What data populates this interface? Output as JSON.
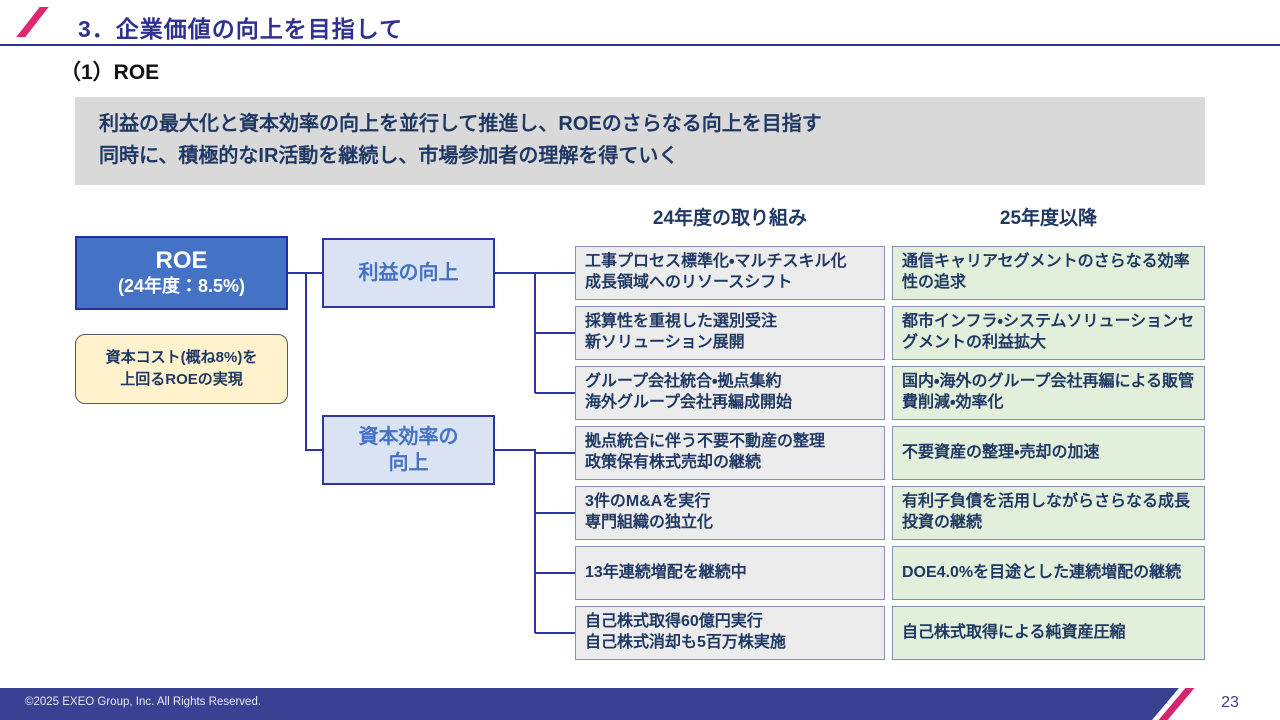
{
  "header": {
    "title": "3．企業価値の向上を目指して"
  },
  "subtitle": "（1）ROE",
  "message": {
    "text": "利益の最大化と資本効率の向上を並行して推進し、ROEのさらなる向上を目指す\n同時に、積極的なIR活動を継続し、市場参加者の理解を得ていく"
  },
  "diagram": {
    "roe": {
      "title": "ROE",
      "value": "(24年度：8.5%)"
    },
    "note": "資本コスト(概ね8%)を\n上回るROEの実現",
    "branches": {
      "profit": "利益の向上",
      "capital": "資本効率の\n向上"
    },
    "columns": {
      "fy24": "24年度の取り組み",
      "fy25": "25年度以降"
    },
    "rows": [
      {
        "fy24": "工事プロセス標準化・マルチスキル化\n成長領域へのリソースシフト",
        "fy25": "通信キャリアセグメントのさらなる効率性の追求"
      },
      {
        "fy24": "採算性を重視した選別受注\n新ソリューション展開",
        "fy25": "都市インフラ・システムソリューションセグメントの利益拡大"
      },
      {
        "fy24": "グループ会社統合・拠点集約\n海外グループ会社再編成開始",
        "fy25": "国内・海外のグループ会社再編による販管費削減・効率化"
      },
      {
        "fy24": "拠点統合に伴う不要不動産の整理\n政策保有株式売却の継続",
        "fy25": "不要資産の整理・売却の加速"
      },
      {
        "fy24": "3件のM&Aを実行\n専門組織の独立化",
        "fy25": "有利子負債を活用しながらさらなる成長投資の継続"
      },
      {
        "fy24": "13年連続増配を継続中",
        "fy25": "DOE4.0%を目途とした連続増配の継続"
      },
      {
        "fy24": "自己株式取得60億円実行\n自己株式消却も5百万株実施",
        "fy25": "自己株式取得による純資産圧縮"
      }
    ]
  },
  "footer": {
    "copyright": "©2025 EXEO Group, Inc. All Rights Reserved.",
    "page": "23"
  },
  "colors": {
    "accent_pink": "#E0266E",
    "title_navy": "#2E3192",
    "text_navy": "#1F3864",
    "roe_fill": "#4472C4",
    "branch_fill": "#DAE3F3",
    "connector_blue": "#2C35A2",
    "fy24_fill": "#ECECEC",
    "fy25_fill": "#E2EFDA",
    "note_fill": "#FFF2CC",
    "message_fill": "#D9D9D9",
    "footer_navy": "#3A4193"
  }
}
